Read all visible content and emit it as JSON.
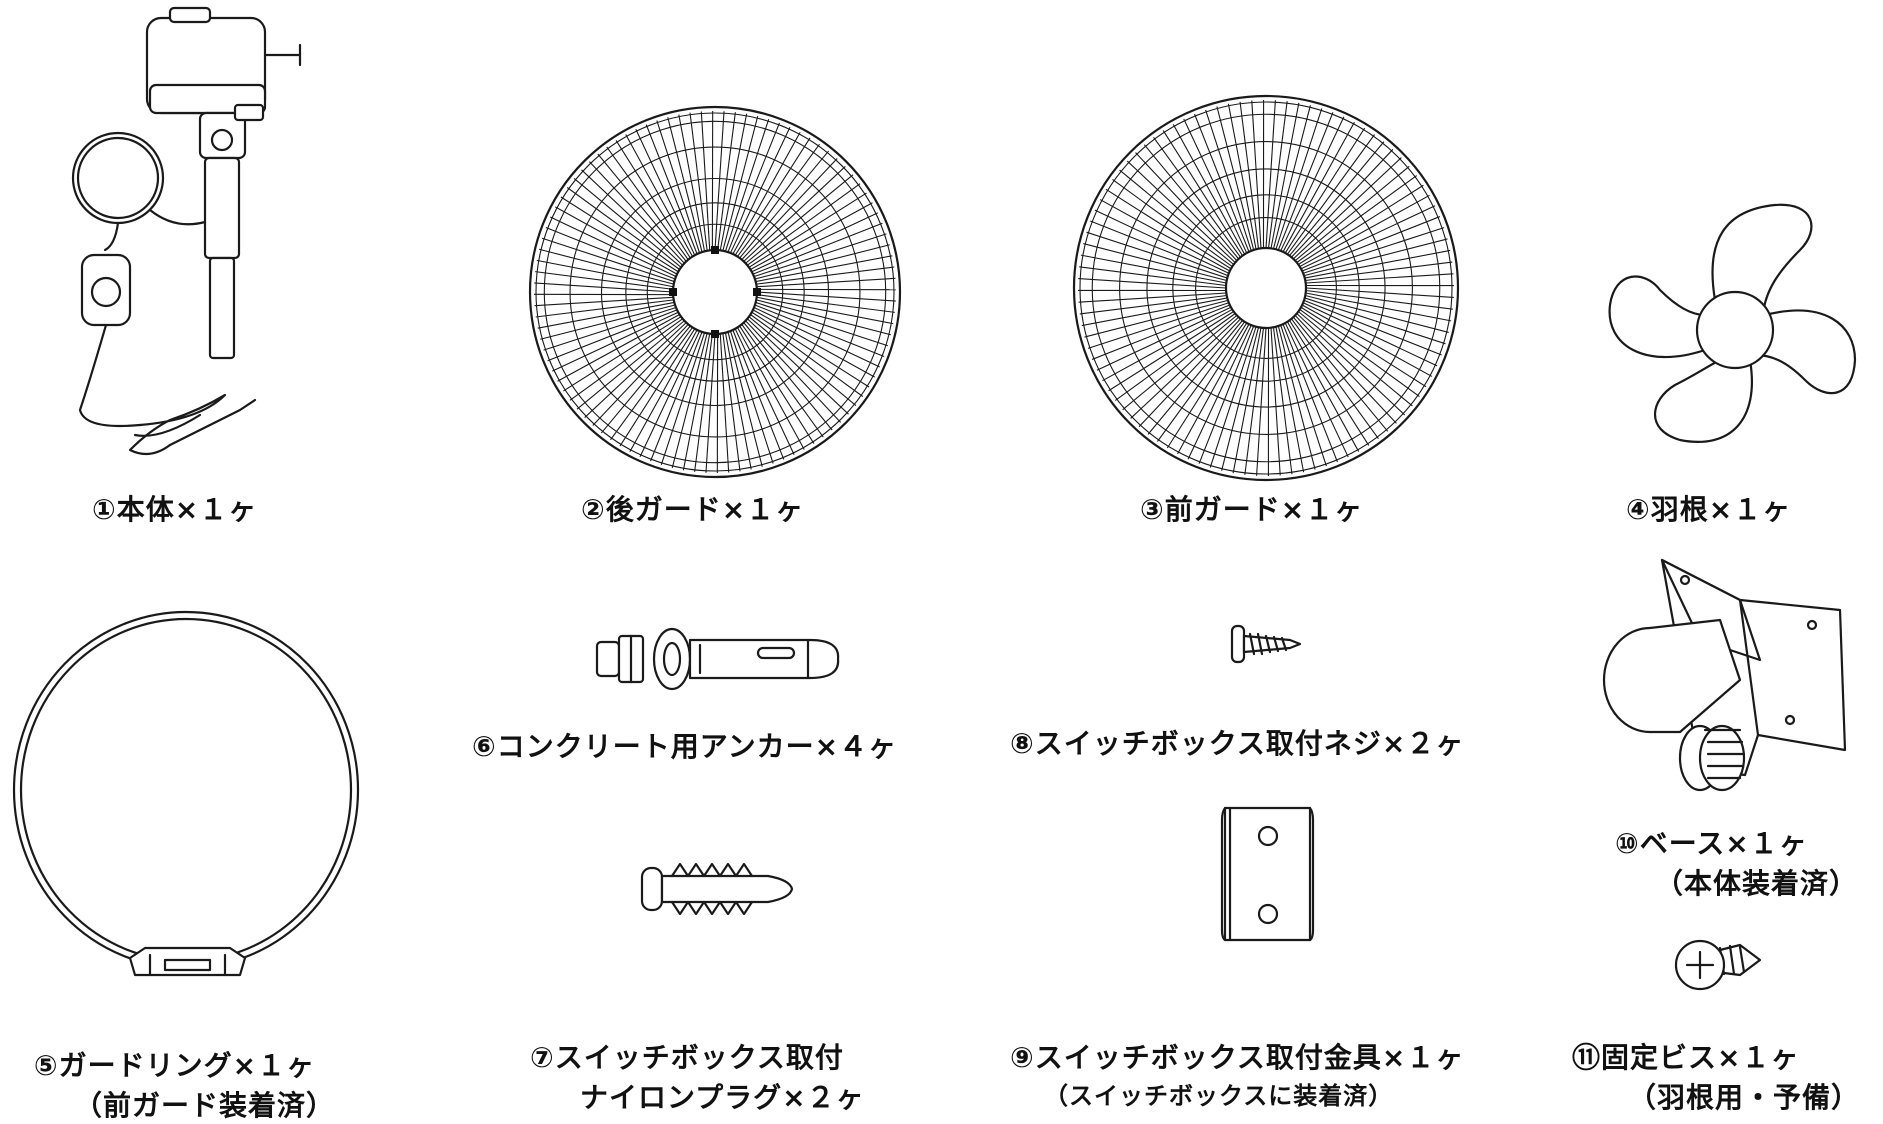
{
  "parts": [
    {
      "id": "1",
      "label": "①本体×１ヶ",
      "sub": "",
      "icon": "fan-body-icon"
    },
    {
      "id": "2",
      "label": "②後ガード×１ヶ",
      "sub": "",
      "icon": "rear-guard-icon"
    },
    {
      "id": "3",
      "label": "③前ガード×１ヶ",
      "sub": "",
      "icon": "front-guard-icon"
    },
    {
      "id": "4",
      "label": "④羽根×１ヶ",
      "sub": "",
      "icon": "fan-blade-icon"
    },
    {
      "id": "5",
      "label": "⑤ガードリング×１ヶ",
      "sub": "（前ガード装着済）",
      "icon": "guard-ring-icon"
    },
    {
      "id": "6",
      "label": "⑥コンクリート用アンカー×４ヶ",
      "sub": "",
      "icon": "concrete-anchor-icon"
    },
    {
      "id": "7",
      "label": "⑦スイッチボックス取付",
      "sub": "ナイロンプラグ×２ヶ",
      "icon": "nylon-plug-icon"
    },
    {
      "id": "8",
      "label": "⑧スイッチボックス取付ネジ×２ヶ",
      "sub": "",
      "icon": "screw-icon"
    },
    {
      "id": "9",
      "label": "⑨スイッチボックス取付金具×１ヶ",
      "sub": "（スイッチボックスに装着済）",
      "icon": "mounting-bracket-icon"
    },
    {
      "id": "10",
      "label": "⑩ベース×１ヶ",
      "sub": "（本体装着済）",
      "icon": "base-icon"
    },
    {
      "id": "11",
      "label": "⑪固定ビス×１ヶ",
      "sub": "（羽根用・予備）",
      "icon": "fixing-screw-icon"
    }
  ]
}
